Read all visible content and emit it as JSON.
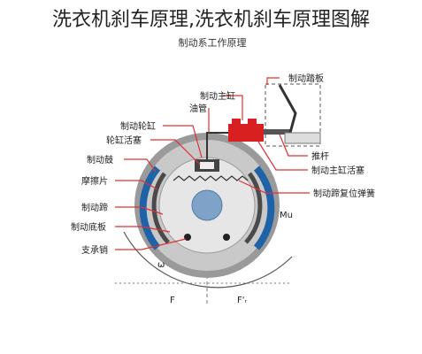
{
  "title": "洗衣机刹车原理,洗衣机刹车原理图解",
  "diagram": {
    "subtitle": "制动系工作原理",
    "labels": {
      "brake_pedal": "制动踏板",
      "master_cylinder": "制动主缸",
      "oil_pipe": "油管",
      "wheel_cylinder": "制动轮缸",
      "wheel_cylinder_piston": "轮缸活塞",
      "brake_drum": "制动鼓",
      "friction_lining": "摩擦片",
      "brake_shoe": "制动蹄",
      "brake_backing_plate": "制动底板",
      "support_pin": "支承销",
      "push_rod": "推杆",
      "master_cylinder_piston": "制动主缸活塞",
      "return_spring": "制动蹄复位弹簧",
      "mu": "Mu",
      "omega": "ω",
      "force_f": "F",
      "force_fr": "F'ᵣ"
    },
    "colors": {
      "leader": "#e03030",
      "master_cylinder": "#d82020",
      "drum": "#9a9a9a",
      "lining": "#1e63a8",
      "hub": "#7fa3c8"
    }
  }
}
